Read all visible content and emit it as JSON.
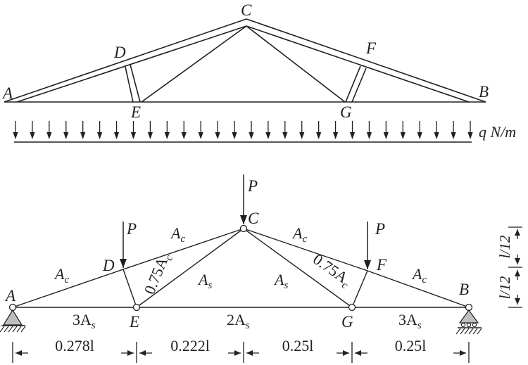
{
  "top_truss": {
    "joints": [
      "A",
      "B",
      "C",
      "D",
      "E",
      "F",
      "G"
    ],
    "load_label": "q N/m"
  },
  "bottom_truss": {
    "joints": [
      "A",
      "B",
      "C",
      "D",
      "E",
      "F",
      "G"
    ],
    "loads": [
      "P",
      "P",
      "P"
    ],
    "members": {
      "ad": {
        "main": "A",
        "sub": "c"
      },
      "dc": {
        "main": "A",
        "sub": "c"
      },
      "cf": {
        "main": "A",
        "sub": "c"
      },
      "fb": {
        "main": "A",
        "sub": "c"
      },
      "de": {
        "main": "0.75A",
        "sub": "c"
      },
      "gf": {
        "main": "0.75A",
        "sub": "c"
      },
      "ec": {
        "main": "A",
        "sub": "s"
      },
      "cg": {
        "main": "A",
        "sub": "s"
      },
      "ae": {
        "main": "3A",
        "sub": "s"
      },
      "eg": {
        "main": "2A",
        "sub": "s"
      },
      "gb": {
        "main": "3A",
        "sub": "s"
      }
    },
    "spans": [
      "0.278l",
      "0.222l",
      "0.25l",
      "0.25l"
    ],
    "heights": [
      "l/12",
      "l/12"
    ]
  }
}
